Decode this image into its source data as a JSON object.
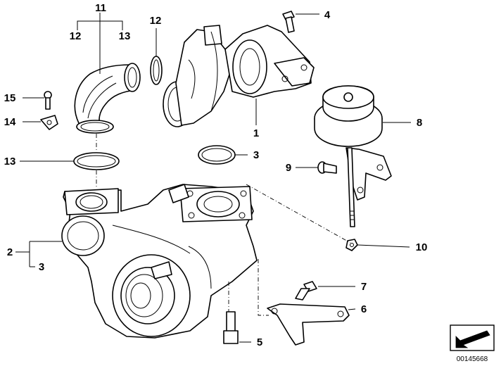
{
  "diagram": {
    "callouts": [
      "11",
      "12",
      "13",
      "12",
      "4",
      "15",
      "14",
      "13",
      "1",
      "3",
      "8",
      "9",
      "10",
      "2",
      "3",
      "7",
      "6",
      "5"
    ],
    "reference_number": "00145668"
  }
}
